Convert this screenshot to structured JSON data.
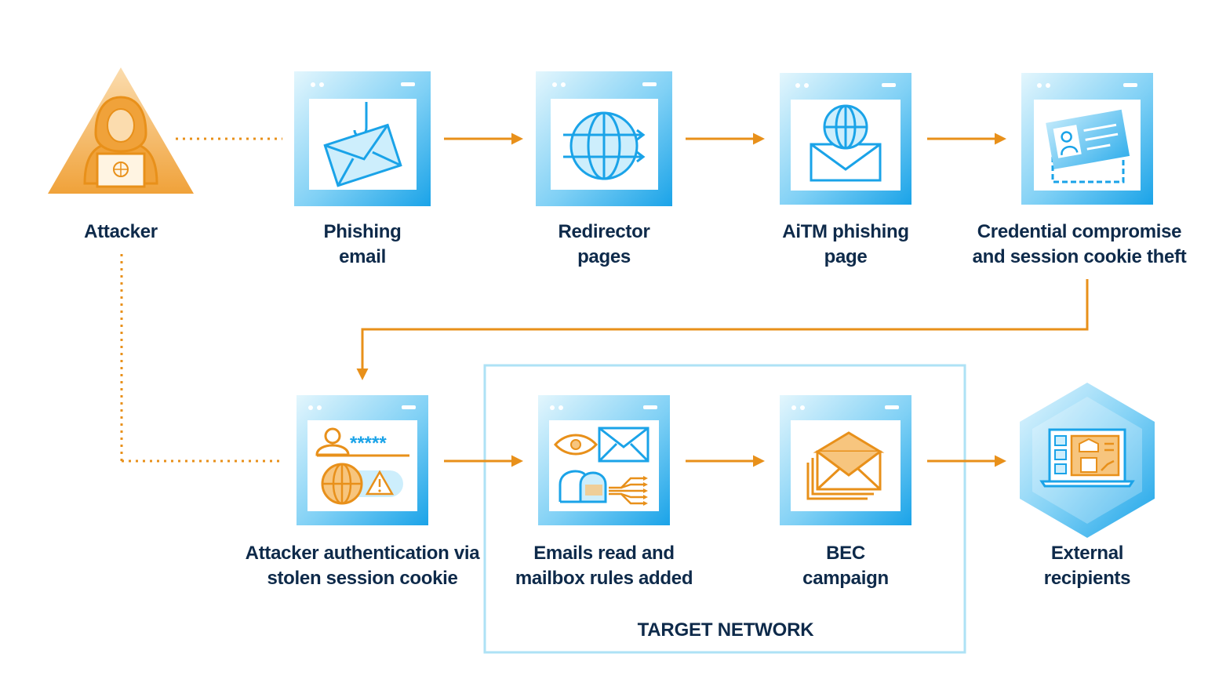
{
  "colors": {
    "orange": "#e8901a",
    "orange_light": "#f7c57e",
    "blue": "#1aa3e8",
    "blue_light": "#cdeefc",
    "text_dark": "#0e2a4a",
    "frame_border": "#aee2f5"
  },
  "stages": {
    "attacker": {
      "line1": "Attacker",
      "line2": "",
      "icon": "hooded-hacker-icon"
    },
    "phishing_email": {
      "line1": "Phishing",
      "line2": "email",
      "icon": "hooked-envelope-icon"
    },
    "redirector_pages": {
      "line1": "Redirector",
      "line2": "pages",
      "icon": "globe-redirect-icon"
    },
    "aitm_page": {
      "line1": "AiTM phishing",
      "line2": "page",
      "icon": "globe-envelope-icon"
    },
    "credential_theft": {
      "line1": "Credential compromise",
      "line2": "and session cookie theft",
      "icon": "id-card-icon"
    },
    "attacker_auth": {
      "line1": "Attacker authentication via",
      "line2": "stolen session cookie",
      "icon": "password-login-icon"
    },
    "emails_read": {
      "line1": "Emails read and",
      "line2": "mailbox rules added",
      "icon": "eye-mailbox-icon"
    },
    "bec_campaign": {
      "line1": "BEC",
      "line2": "campaign",
      "icon": "stacked-envelopes-icon"
    },
    "external_recipients": {
      "line1": "External",
      "line2": "recipients",
      "icon": "laptop-dashboard-icon"
    }
  },
  "target_network": {
    "title": "TARGET NETWORK"
  },
  "password_mask": "*****"
}
